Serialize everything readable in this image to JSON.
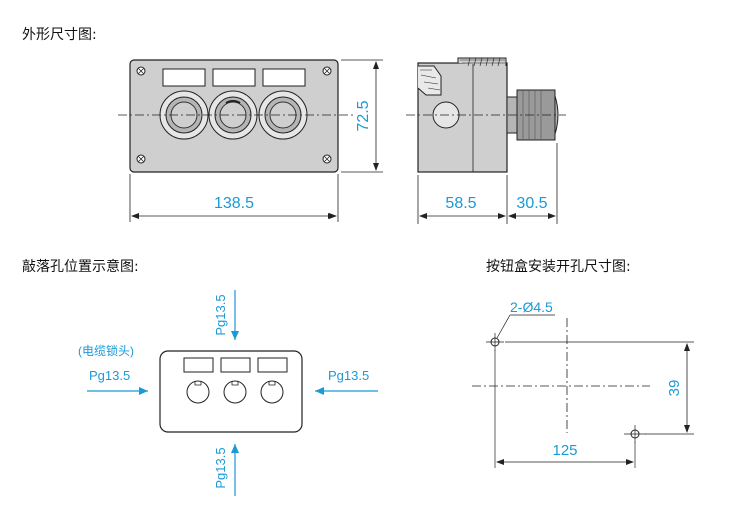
{
  "headings": {
    "outline": "外形尺寸图:",
    "knockout": "敲落孔位置示意图:",
    "mounting": "按钮盒安装开孔尺寸图:"
  },
  "dimensions": {
    "width": "138.5",
    "height": "72.5",
    "depth_box": "58.5",
    "depth_button": "30.5",
    "hole_spec": "2-Ø4.5",
    "hole_span_x": "125",
    "hole_span_y": "39"
  },
  "knockout_labels": {
    "top": "Pg13.5",
    "bottom": "Pg13.5",
    "left": "Pg13.5",
    "right": "Pg13.5",
    "cable_lock": "(电缆锁头)"
  },
  "colors": {
    "line": "#222222",
    "dimension": "#1a9ad6",
    "face": "#cfcfcf",
    "button": "#b5b5b5"
  }
}
